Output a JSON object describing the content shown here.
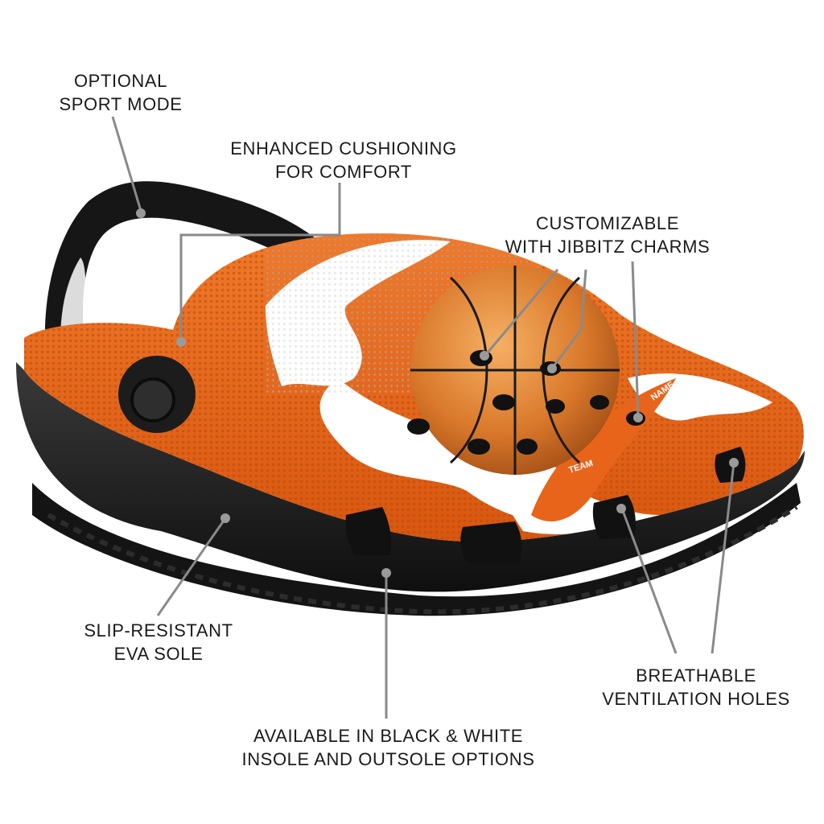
{
  "labels": {
    "sport_mode": [
      "OPTIONAL",
      "SPORT MODE"
    ],
    "cushioning": [
      "ENHANCED CUSHIONING",
      "FOR COMFORT"
    ],
    "jibbitz": [
      "CUSTOMIZABLE",
      "WITH JIBBITZ CHARMS"
    ],
    "sole": [
      "SLIP-RESISTANT",
      "EVA SOLE"
    ],
    "ventilation": [
      "BREATHABLE",
      "VENTILATION HOLES"
    ],
    "insole_options": [
      "AVAILABLE IN BLACK & WHITE",
      "INSOLE AND OUTSOLE OPTIONS"
    ]
  },
  "product": {
    "print_text": "TEAM",
    "name_text": "NAME"
  },
  "colors": {
    "orange": "#e8641a",
    "white": "#ffffff",
    "black": "#1b1b1b",
    "basketball": "#d9782a",
    "callout_line": "#8a8a8a"
  }
}
